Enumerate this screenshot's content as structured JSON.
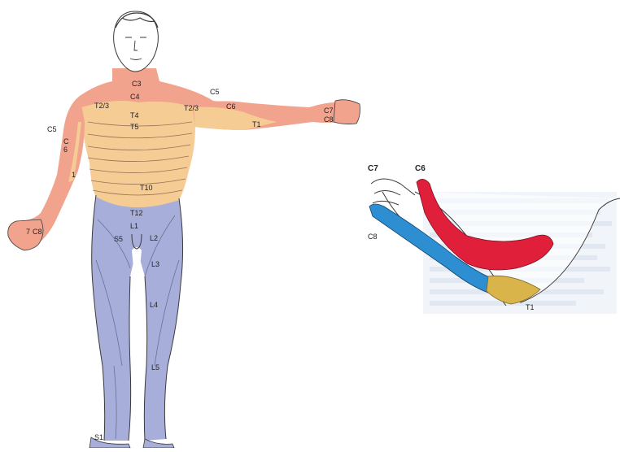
{
  "colors": {
    "cervical": "#f2a38e",
    "thoracic": "#f6cc95",
    "lumbar": "#a7aeda",
    "c6_band": "#e0203a",
    "c8_band": "#2d8fd2",
    "t1_band": "#d9b44a",
    "faded_text": "#c9d6e8"
  },
  "body_labels": {
    "c3": "C3",
    "c4": "C4",
    "c5_shoulder": "C5",
    "c5_arm": "C5",
    "c6_arm": "C6",
    "c6_left": "C",
    "c6_left2": "6",
    "c7": "C7",
    "c8": "C8",
    "c8_hand": "C8",
    "t1_arm": "T1",
    "t1_left": "1",
    "t2_3_left": "T2/3",
    "t2_3_right": "T2/3",
    "t4": "T4",
    "t5": "T5",
    "t10": "T10",
    "t12": "T12",
    "l1": "L1",
    "l2": "L2",
    "l3": "L3",
    "l4": "L4",
    "l5": "L5",
    "s5": "S5",
    "s1": "S1",
    "hand_7": "7"
  },
  "hand_labels": {
    "c7": "C7",
    "c6": "C6",
    "c8": "C8",
    "t1": "T1"
  },
  "icons": {
    "human_figure": "dermatome-body-figure",
    "arm_detail": "dermatome-arm-detail"
  }
}
